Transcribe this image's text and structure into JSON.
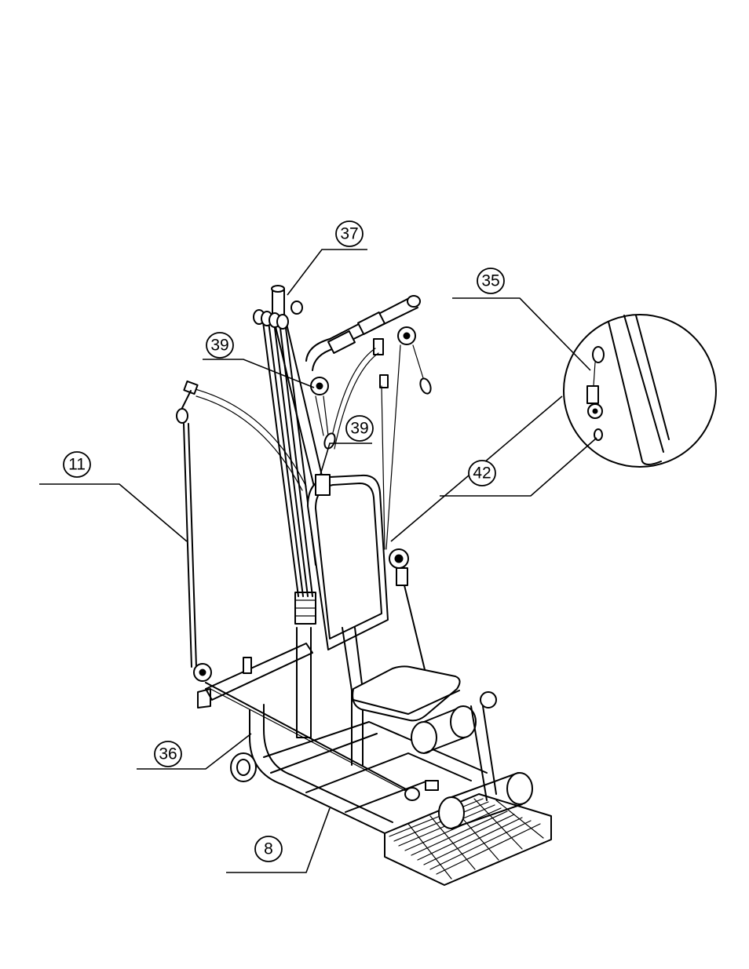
{
  "callouts": [
    {
      "id": "c37",
      "text": "37"
    },
    {
      "id": "c35",
      "text": "35"
    },
    {
      "id": "c39a",
      "text": "39"
    },
    {
      "id": "c39b",
      "text": "39"
    },
    {
      "id": "c11",
      "text": "11"
    },
    {
      "id": "c42",
      "text": "42"
    },
    {
      "id": "c36",
      "text": "36"
    },
    {
      "id": "c8",
      "text": "8"
    }
  ]
}
